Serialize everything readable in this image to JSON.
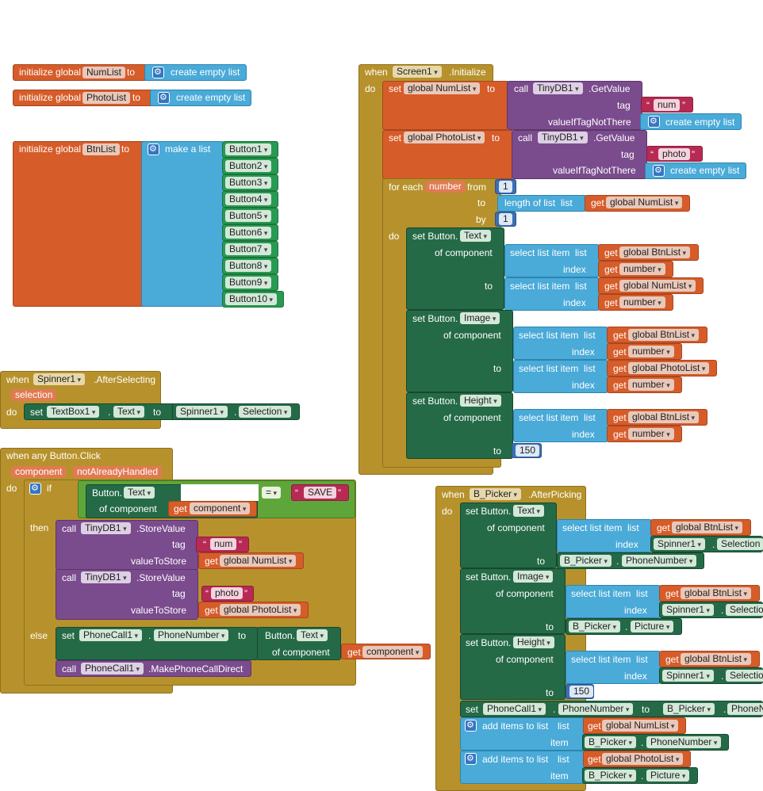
{
  "blocks": {
    "init_numlist": {
      "prefix": "initialize global",
      "name": "NumList",
      "to": "to",
      "value": "create empty list"
    },
    "init_photolist": {
      "prefix": "initialize global",
      "name": "PhotoList",
      "to": "to",
      "value": "create empty list"
    },
    "init_btnlist": {
      "prefix": "initialize global",
      "name": "BtnList",
      "to": "to",
      "make": "make a list",
      "items": [
        "Button1",
        "Button2",
        "Button3",
        "Button4",
        "Button5",
        "Button6",
        "Button7",
        "Button8",
        "Button9",
        "Button10"
      ]
    },
    "spinner_event": {
      "when": "when",
      "component": "Spinner1",
      "event": ".AfterSelecting",
      "param": "selection",
      "do": "do",
      "set": "set",
      "target": "TextBox1",
      "dot": ".",
      "prop": "Text",
      "to": "to",
      "src_comp": "Spinner1",
      "src_prop": "Selection"
    },
    "any_button_click": {
      "title": "when any Button.Click",
      "param1": "component",
      "param2": "notAlreadyHandled",
      "do": "do",
      "if": "if",
      "btn_text": "Button.",
      "prop_text": "Text",
      "of_component": "of component",
      "get": "get",
      "get_component": "component",
      "eq": "=",
      "quote_l": "“",
      "save": "SAVE",
      "quote_r": "”",
      "then": "then",
      "call1": "call",
      "db1": "TinyDB1",
      "store": ".StoreValue",
      "tag": "tag",
      "num": "num",
      "value_to_store": "valueToStore",
      "global_numlist": "global NumList",
      "call2": "call",
      "db2": "TinyDB1",
      "store2": ".StoreValue",
      "tag2": "tag",
      "photo": "photo",
      "value_to_store2": "valueToStore",
      "global_photolist": "global PhotoList",
      "else": "else",
      "set": "set",
      "phonecall": "PhoneCall1",
      "dot": ".",
      "phonenumber": "PhoneNumber",
      "to": "to",
      "call3": "call",
      "phonecall2": "PhoneCall1",
      "makecall": ".MakePhoneCallDirect"
    },
    "screen_init": {
      "when": "when",
      "component": "Screen1",
      "event": ".Initialize",
      "do": "do",
      "set1": "set",
      "var1": "global NumList",
      "to1": "to",
      "call1": "call",
      "db1": "TinyDB1",
      "getvalue1": ".GetValue",
      "tag1": "tag",
      "tagval1": "num",
      "ifnot1": "valueIfTagNotThere",
      "empty1": "create empty list",
      "set2": "set",
      "var2": "global PhotoList",
      "to2": "to",
      "call2": "call",
      "db2": "TinyDB1",
      "getvalue2": ".GetValue",
      "tag2": "tag",
      "tagval2": "photo",
      "ifnot2": "valueIfTagNotThere",
      "empty2": "create empty list",
      "foreach": "for each",
      "loopvar": "number",
      "from": "from",
      "from_val": "1",
      "to": "to",
      "length": "length of list",
      "list": "list",
      "get": "get",
      "global_numlist": "global NumList",
      "by": "by",
      "by_val": "1",
      "do2": "do",
      "setbtn_text": "set Button.",
      "prop_text": "Text",
      "of_component": "of component",
      "select": "select list item",
      "list_lbl": "list",
      "index": "index",
      "global_btnlist": "global BtnList",
      "number": "number",
      "to_lbl": "to",
      "prop_image": "Image",
      "global_photolist": "global PhotoList",
      "prop_height": "Height",
      "height_val": "150"
    },
    "bpicker": {
      "when": "when",
      "component": "B_Picker",
      "event": ".AfterPicking",
      "do": "do",
      "setbtn": "set Button.",
      "prop_text": "Text",
      "prop_image": "Image",
      "prop_height": "Height",
      "of_component": "of component",
      "select": "select list item",
      "list_lbl": "list",
      "index": "index",
      "get": "get",
      "global_btnlist": "global BtnList",
      "spinner": "Spinner1",
      "dot": ".",
      "selection": "Selection",
      "selection_cut": "Selectio",
      "to": "to",
      "bp": "B_Picker",
      "phonenumber": "PhoneNumber",
      "picture": "Picture",
      "height_val": "150",
      "set": "set",
      "phonecall": "PhoneCall1",
      "bp_cut": "B_Picker",
      "phonen_cut": "PhoneN",
      "add": "add items to list",
      "item": "item",
      "global_numlist": "global NumList",
      "global_photolist": "global PhotoList"
    }
  }
}
